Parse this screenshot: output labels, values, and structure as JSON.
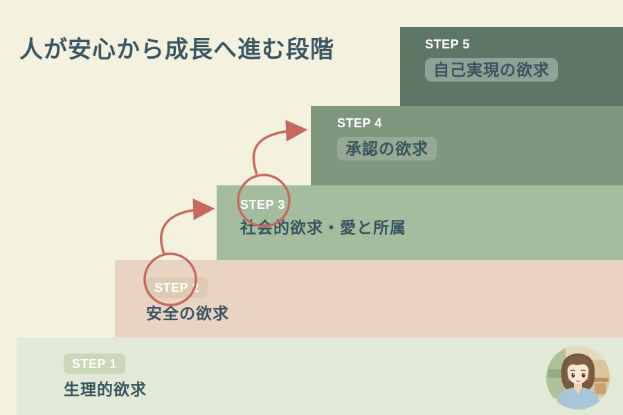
{
  "title": "人が安心から成長へ進む段階",
  "steps": [
    {
      "label": "STEP 1",
      "need": "生理的欲求",
      "block_color": "#e2e9d6",
      "label_badge_color": "#cbd7ba"
    },
    {
      "label": "STEP 2",
      "need": "安全の欲求",
      "block_color": "#e9d4c3",
      "label_badge_color": "#decbb5"
    },
    {
      "label": "STEP 3",
      "need": "社会的欲求・愛と所属",
      "block_color": "#a5bd9e"
    },
    {
      "label": "STEP 4",
      "need": "承認の欲求",
      "block_color": "#80977f",
      "need_badge_color": "#97a992"
    },
    {
      "label": "STEP 5",
      "need": "自己実現の欲求",
      "block_color": "#5e7666",
      "need_badge_color": "#90a195"
    }
  ],
  "annotations": {
    "arrow_color": "#c7695f",
    "arrows": [
      {
        "from": "STEP 2",
        "to": "STEP 3"
      },
      {
        "from": "STEP 3",
        "to": "STEP 4"
      }
    ],
    "circled_labels": [
      "STEP 2",
      "STEP 3"
    ]
  },
  "colors": {
    "background": "#f4f1df",
    "title_text": "#3a5763",
    "need_text": "#37545f",
    "step_label_text": "#ffffff"
  },
  "avatar": {
    "icon": "girl-avatar"
  }
}
